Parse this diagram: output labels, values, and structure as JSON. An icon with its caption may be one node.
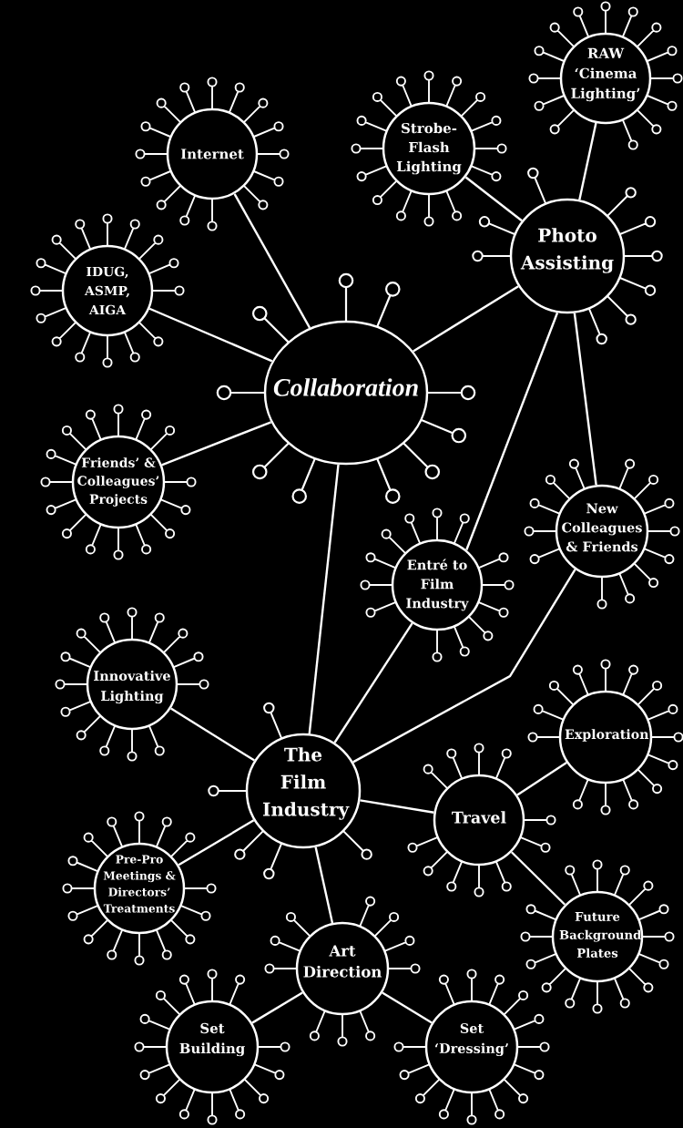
{
  "diagram": {
    "nodes": [
      {
        "text": [
          "RAW ‘Cinema Lighting’"
        ]
      },
      {
        "text": [
          "Internet"
        ]
      },
      {
        "text": [
          "Strobe-Flash Lighting"
        ]
      },
      {
        "text": [
          "Photo Assisting"
        ]
      },
      {
        "text": [
          "IDUG, ASMP, AIGA"
        ]
      },
      {
        "text": [
          "Collaboration"
        ]
      },
      {
        "text": [
          "Friends’ & Colleagues’ Projects"
        ]
      },
      {
        "text": [
          "New Colleagues & Friends"
        ]
      },
      {
        "text": [
          "Entré to Film Industry"
        ]
      },
      {
        "text": [
          "Innovative Lighting"
        ]
      },
      {
        "text": [
          "Exploration"
        ]
      },
      {
        "text": [
          "The Film Industry"
        ]
      },
      {
        "text": [
          "Travel"
        ]
      },
      {
        "text": [
          "Pre-Pro Meetings & Directors’ Treatments"
        ]
      },
      {
        "text": [
          "Future Background Plates"
        ]
      },
      {
        "text": [
          "Art Direction"
        ]
      },
      {
        "text": [
          "Set Building"
        ]
      },
      {
        "text": [
          "Set ‘Dressing’"
        ]
      }
    ],
    "edges": [
      {
        "from": 1,
        "to": 5,
        "arrow": "none"
      },
      {
        "from": 4,
        "to": 5,
        "arrow": "none"
      },
      {
        "from": 6,
        "to": 5,
        "arrow": "none"
      },
      {
        "from": 3,
        "to": 5,
        "arrow": "none"
      },
      {
        "from": 2,
        "to": 3,
        "arrow": "none"
      },
      {
        "from": 0,
        "to": 3,
        "arrow": "none"
      },
      {
        "from": 3,
        "to": 8,
        "arrow": "none"
      },
      {
        "from": 3,
        "to": 7,
        "arrow": "none"
      },
      {
        "from": 5,
        "to": 11,
        "arrow": "none"
      },
      {
        "from": 8,
        "to": 11,
        "arrow": "none"
      },
      {
        "from": 7,
        "to": 11,
        "arrow": "none"
      },
      {
        "from": 9,
        "to": 11,
        "arrow": "none"
      },
      {
        "from": 13,
        "to": 11,
        "arrow": "none"
      },
      {
        "from": 11,
        "to": 12,
        "arrow": "none"
      },
      {
        "from": 11,
        "to": 15,
        "arrow": "none"
      },
      {
        "from": 12,
        "to": 10,
        "arrow": "none"
      },
      {
        "from": 12,
        "to": 14,
        "arrow": "none"
      },
      {
        "from": 15,
        "to": 16,
        "arrow": "none"
      },
      {
        "from": 15,
        "to": 17,
        "arrow": "none"
      }
    ]
  }
}
